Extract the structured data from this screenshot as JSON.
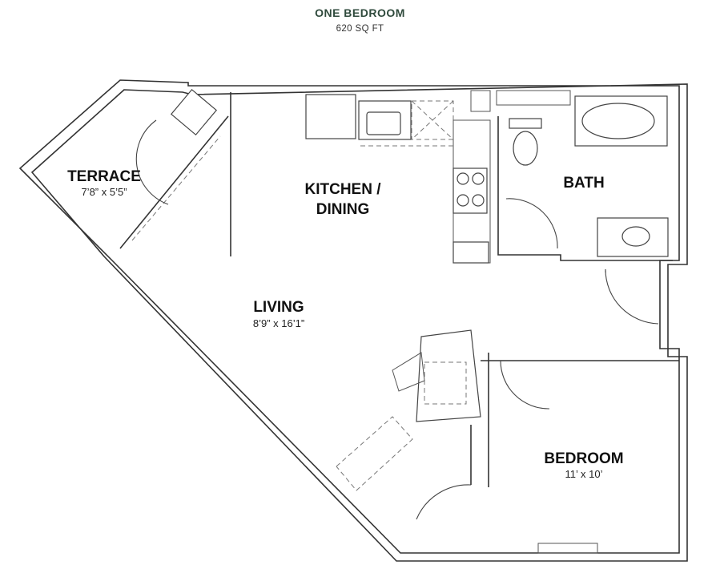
{
  "header": {
    "title": "ONE BEDROOM",
    "area": "620 SQ FT"
  },
  "rooms": {
    "terrace": {
      "name": "TERRACE",
      "dims": "7’8” x 5’5”"
    },
    "kitchen": {
      "name_line1": "KITCHEN /",
      "name_line2": "DINING"
    },
    "bath": {
      "name": "BATH"
    },
    "living": {
      "name": "LIVING",
      "dims": "8’9” x 16’1”"
    },
    "bedroom": {
      "name": "BEDROOM",
      "dims": "11’ x 10’"
    }
  },
  "colors": {
    "title": "#2f4a3c",
    "walls": "#333333"
  }
}
